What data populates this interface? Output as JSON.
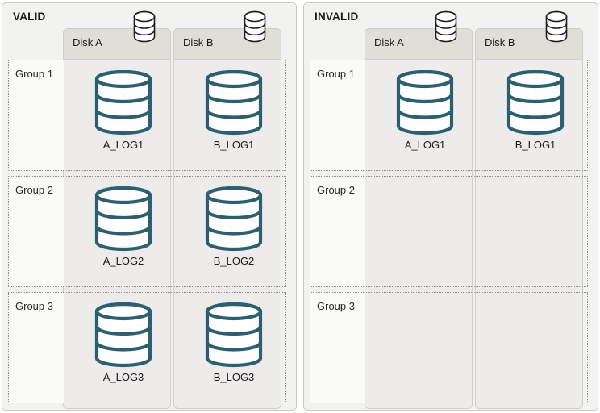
{
  "diagram": {
    "title_valid": "VALID",
    "title_invalid": "INVALID",
    "disk_header_icon": "database-icon",
    "node_icon": "database-icon",
    "colors": {
      "teal_stroke": "#2d5f70",
      "panel_bg": "#f2f2f0",
      "panel_border": "#c9c9c4",
      "disk_column_bg": "#edecea",
      "disk_header_bg": "#e0ded8",
      "group_border": "#8e8e8e",
      "label_strip_bg": "#fafaf9",
      "text": "#1c1c1c"
    }
  },
  "panels": [
    {
      "id": "valid",
      "title": "VALID",
      "disks": [
        {
          "id": "disk-a",
          "label": "Disk A"
        },
        {
          "id": "disk-b",
          "label": "Disk B"
        }
      ],
      "groups": [
        {
          "id": "group-1",
          "label": "Group 1",
          "members": [
            {
              "disk": "disk-a",
              "label": "A_LOG1"
            },
            {
              "disk": "disk-b",
              "label": "B_LOG1"
            }
          ]
        },
        {
          "id": "group-2",
          "label": "Group 2",
          "members": [
            {
              "disk": "disk-a",
              "label": "A_LOG2"
            },
            {
              "disk": "disk-b",
              "label": "B_LOG2"
            }
          ]
        },
        {
          "id": "group-3",
          "label": "Group 3",
          "members": [
            {
              "disk": "disk-a",
              "label": "A_LOG3"
            },
            {
              "disk": "disk-b",
              "label": "B_LOG3"
            }
          ]
        }
      ]
    },
    {
      "id": "invalid",
      "title": "INVALID",
      "disks": [
        {
          "id": "disk-a",
          "label": "Disk A"
        },
        {
          "id": "disk-b",
          "label": "Disk B"
        }
      ],
      "groups": [
        {
          "id": "group-1",
          "label": "Group 1",
          "members": [
            {
              "disk": "disk-a",
              "label": "A_LOG1"
            },
            {
              "disk": "disk-b",
              "label": "B_LOG1"
            }
          ]
        },
        {
          "id": "group-2",
          "label": "Group 2",
          "members": []
        },
        {
          "id": "group-3",
          "label": "Group 3",
          "members": []
        }
      ]
    }
  ]
}
